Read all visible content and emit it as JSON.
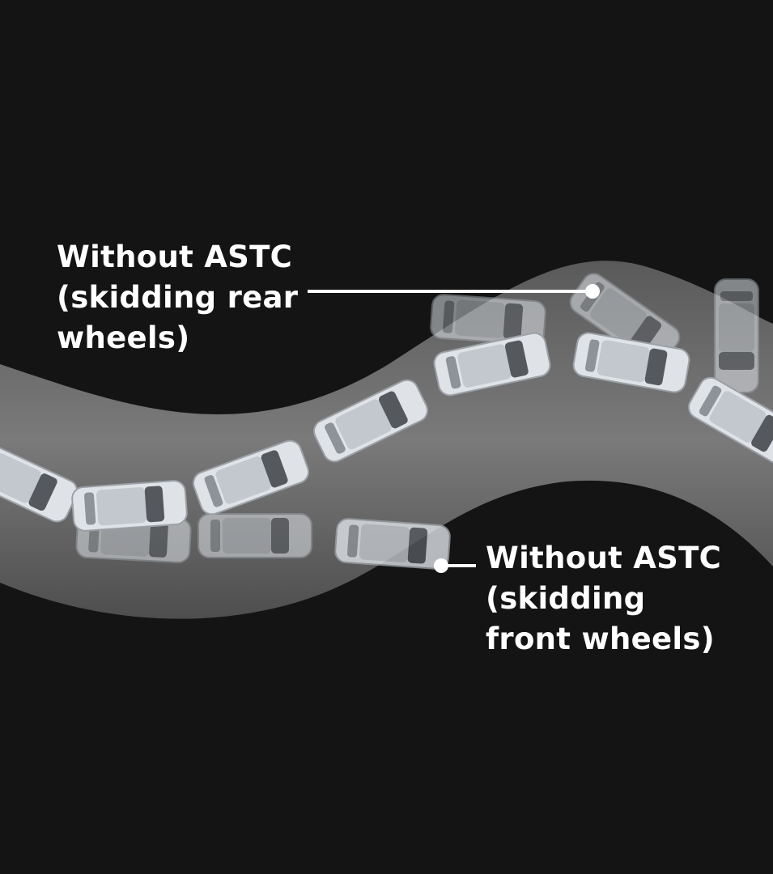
{
  "labels": {
    "rear": {
      "lines": [
        "Without ASTC",
        "(skidding rear",
        "wheels)"
      ]
    },
    "front": {
      "lines": [
        "Without ASTC",
        "(skidding",
        "front wheels)"
      ]
    }
  },
  "colors": {
    "background": "#141414",
    "road": "#6e6e6e",
    "car": "#d9dde2",
    "text": "#ffffff"
  }
}
